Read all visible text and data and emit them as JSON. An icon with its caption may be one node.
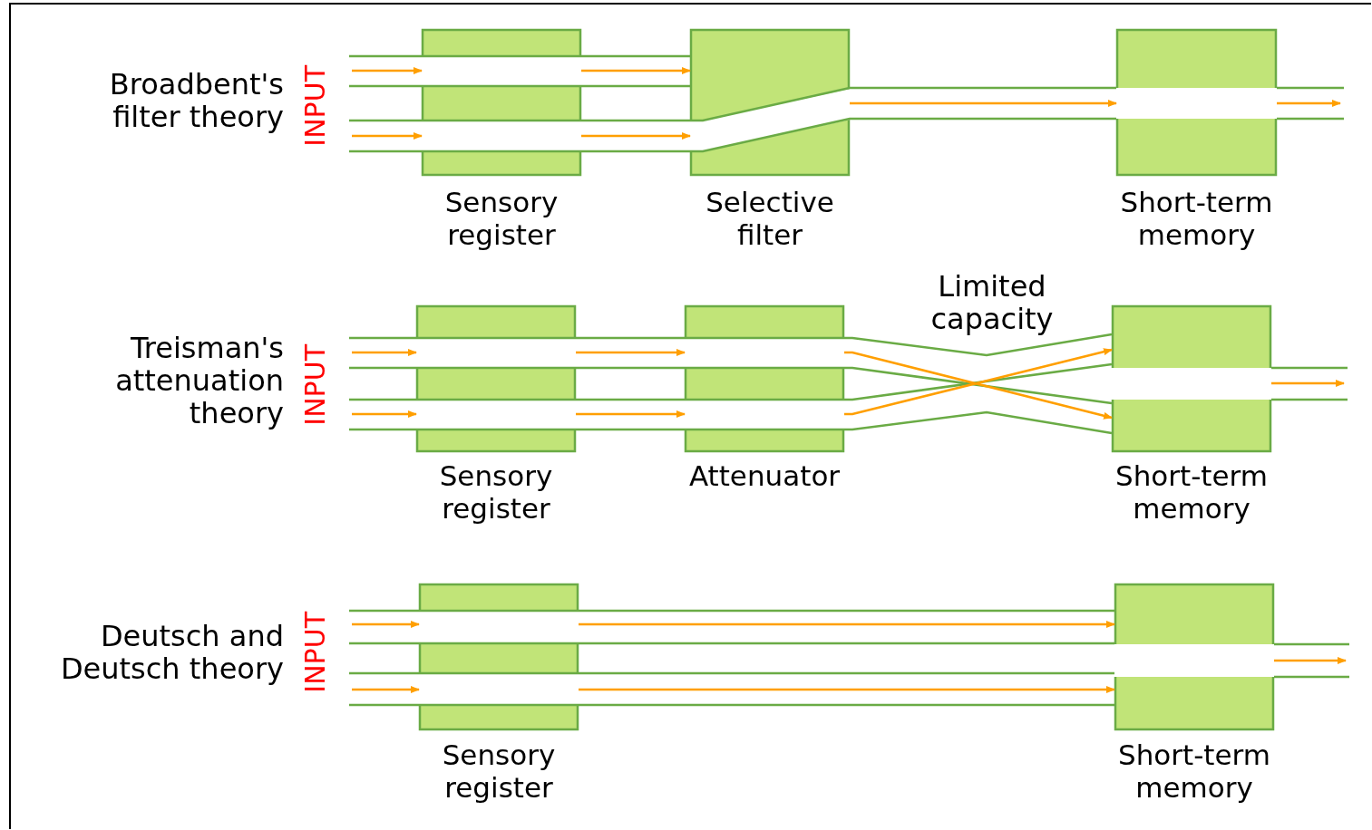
{
  "diagram": {
    "nodes": [
      {
        "text": [
          "Sensory register"
        ]
      },
      {
        "text": [
          "Selective filter"
        ]
      },
      {
        "text": [
          "Short-term memory"
        ]
      },
      {
        "text": [
          "Sensory register"
        ]
      },
      {
        "text": [
          "Attenuator"
        ]
      },
      {
        "text": [
          "Short-term memory"
        ]
      },
      {
        "text": [
          "Sensory register"
        ]
      },
      {
        "text": [
          "Short-term memory"
        ]
      }
    ],
    "edges": [
      {
        "from": null,
        "to": 0,
        "arrow": "to"
      },
      {
        "from": null,
        "to": 0,
        "arrow": "to"
      },
      {
        "from": 0,
        "to": 1,
        "arrow": "to"
      },
      {
        "from": 0,
        "to": 1,
        "arrow": "to"
      },
      {
        "from": 1,
        "to": 2,
        "arrow": "to"
      },
      {
        "from": 2,
        "to": null,
        "arrow": "to"
      },
      {
        "from": null,
        "to": 3,
        "arrow": "to"
      },
      {
        "from": null,
        "to": 3,
        "arrow": "to"
      },
      {
        "from": 3,
        "to": 4,
        "arrow": "to"
      },
      {
        "from": 3,
        "to": 4,
        "arrow": "to"
      },
      {
        "from": 4,
        "to": 5,
        "arrow": "to"
      },
      {
        "from": 4,
        "to": 5,
        "arrow": "to"
      },
      {
        "from": 5,
        "to": null,
        "arrow": "to"
      },
      {
        "from": null,
        "to": 6,
        "arrow": "to"
      },
      {
        "from": null,
        "to": 6,
        "arrow": "to"
      },
      {
        "from": 6,
        "to": 7,
        "arrow": "to"
      },
      {
        "from": 6,
        "to": 7,
        "arrow": "to"
      },
      {
        "from": 7,
        "to": null,
        "arrow": "to"
      }
    ],
    "labels": [
      "Broadbent's filter theory",
      "INPUT",
      "Limited capacity",
      "Treisman's attenuation theory",
      "INPUT",
      "Deutsch and Deutsch theory",
      "INPUT"
    ]
  }
}
